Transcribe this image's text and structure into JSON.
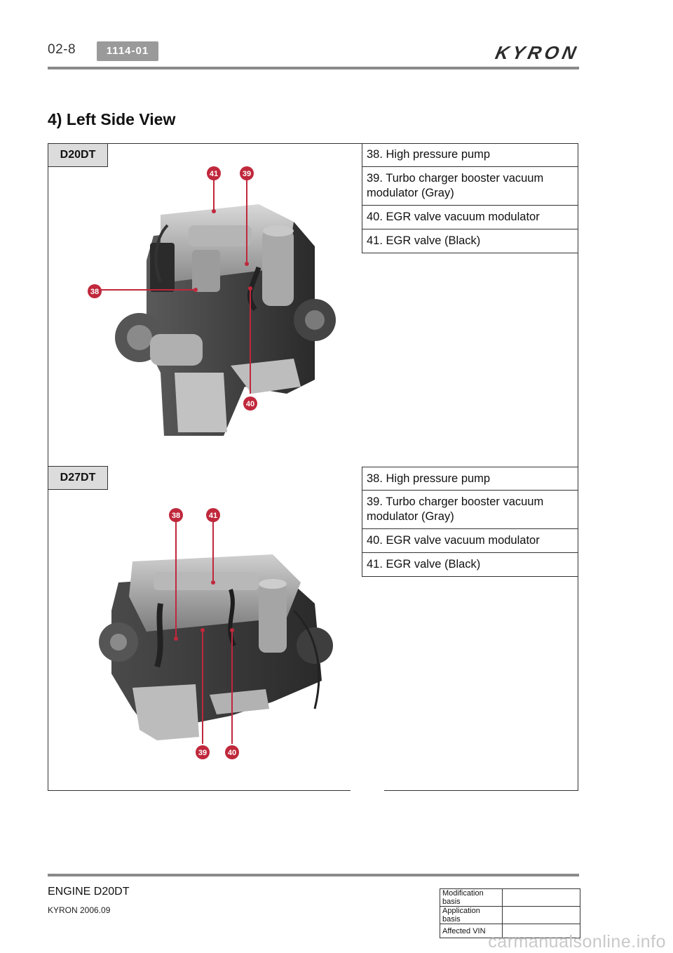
{
  "header": {
    "page_number": "02-8",
    "code": "1114-01",
    "brand": "KYRON"
  },
  "section_title": "4) Left Side View",
  "engines": [
    {
      "label": "D20DT",
      "parts": [
        "38. High pressure pump",
        "39. Turbo charger booster vacuum modulator (Gray)",
        "40. EGR valve vacuum modulator",
        "41. EGR valve (Black)"
      ],
      "callouts": [
        "41",
        "39",
        "38",
        "40"
      ]
    },
    {
      "label": "D27DT",
      "parts": [
        "38. High pressure pump",
        "39. Turbo charger booster vacuum modulator (Gray)",
        "40. EGR valve vacuum modulator",
        "41. EGR valve (Black)"
      ],
      "callouts": [
        "38",
        "41",
        "39",
        "40"
      ]
    }
  ],
  "footer": {
    "title": "ENGINE D20DT",
    "subtitle": "KYRON 2006.09",
    "table": [
      {
        "key": "Modification basis",
        "value": ""
      },
      {
        "key": "Application basis",
        "value": ""
      },
      {
        "key": "Affected VIN",
        "value": ""
      }
    ]
  },
  "watermark": "carmanualsonline.info",
  "colors": {
    "callout": "#c0283c",
    "rule": "#8a8a8a",
    "badge": "#9a9a9a",
    "label_bg": "#dcdcdc"
  }
}
